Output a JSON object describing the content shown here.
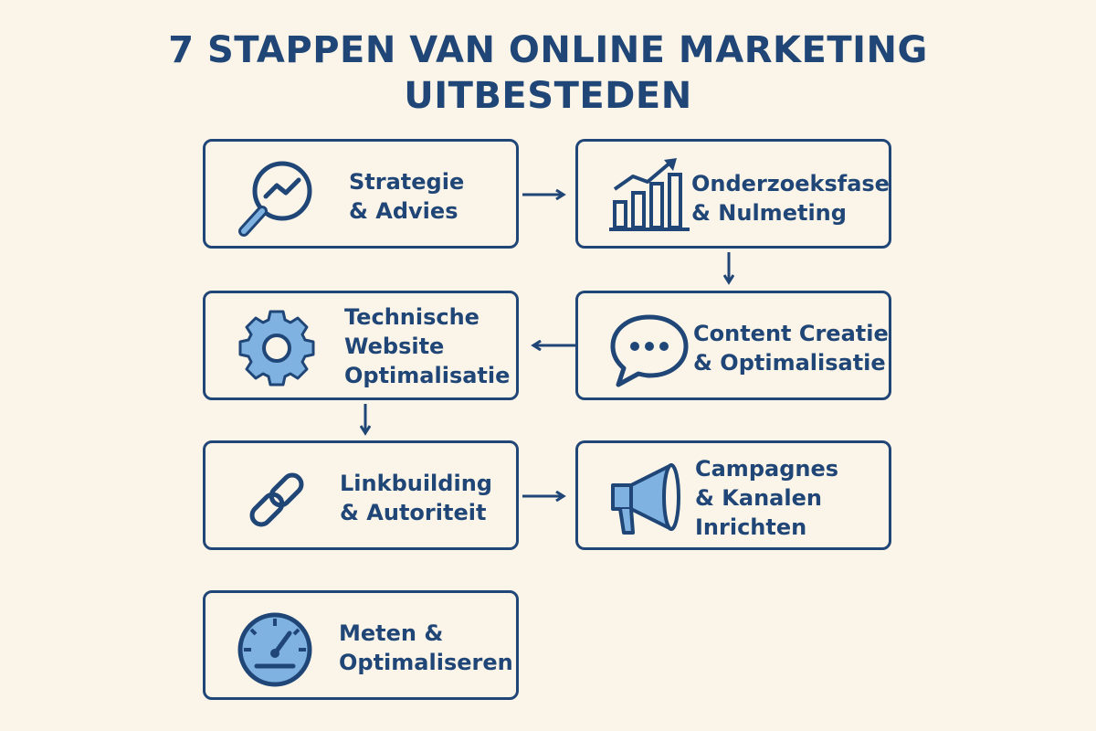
{
  "title": {
    "line1": "7 STAPPEN VAN ONLINE MARKETING",
    "line2": "UITBESTEDEN"
  },
  "steps": [
    {
      "lines": [
        "Strategie",
        "& Advies"
      ],
      "icon": "magnifier-trend-icon"
    },
    {
      "lines": [
        "Onderzoeksfase",
        "& Nulmeting"
      ],
      "icon": "bar-chart-icon"
    },
    {
      "lines": [
        "Content Creatie",
        "& Optimalisatie"
      ],
      "icon": "speech-bubble-icon"
    },
    {
      "lines": [
        "Technische",
        "Website",
        "Optimalisatie"
      ],
      "icon": "gear-icon"
    },
    {
      "lines": [
        "Linkbuilding",
        "& Autoriteit"
      ],
      "icon": "chain-link-icon"
    },
    {
      "lines": [
        "Campagnes",
        "& Kanalen",
        "Inrichten"
      ],
      "icon": "megaphone-icon"
    },
    {
      "lines": [
        "Meten &",
        "Optimaliseren"
      ],
      "icon": "speedometer-icon"
    }
  ],
  "colors": {
    "background": "#fbf4e8",
    "primary": "#1f4676",
    "icon_fill": "#7fb2e0"
  }
}
